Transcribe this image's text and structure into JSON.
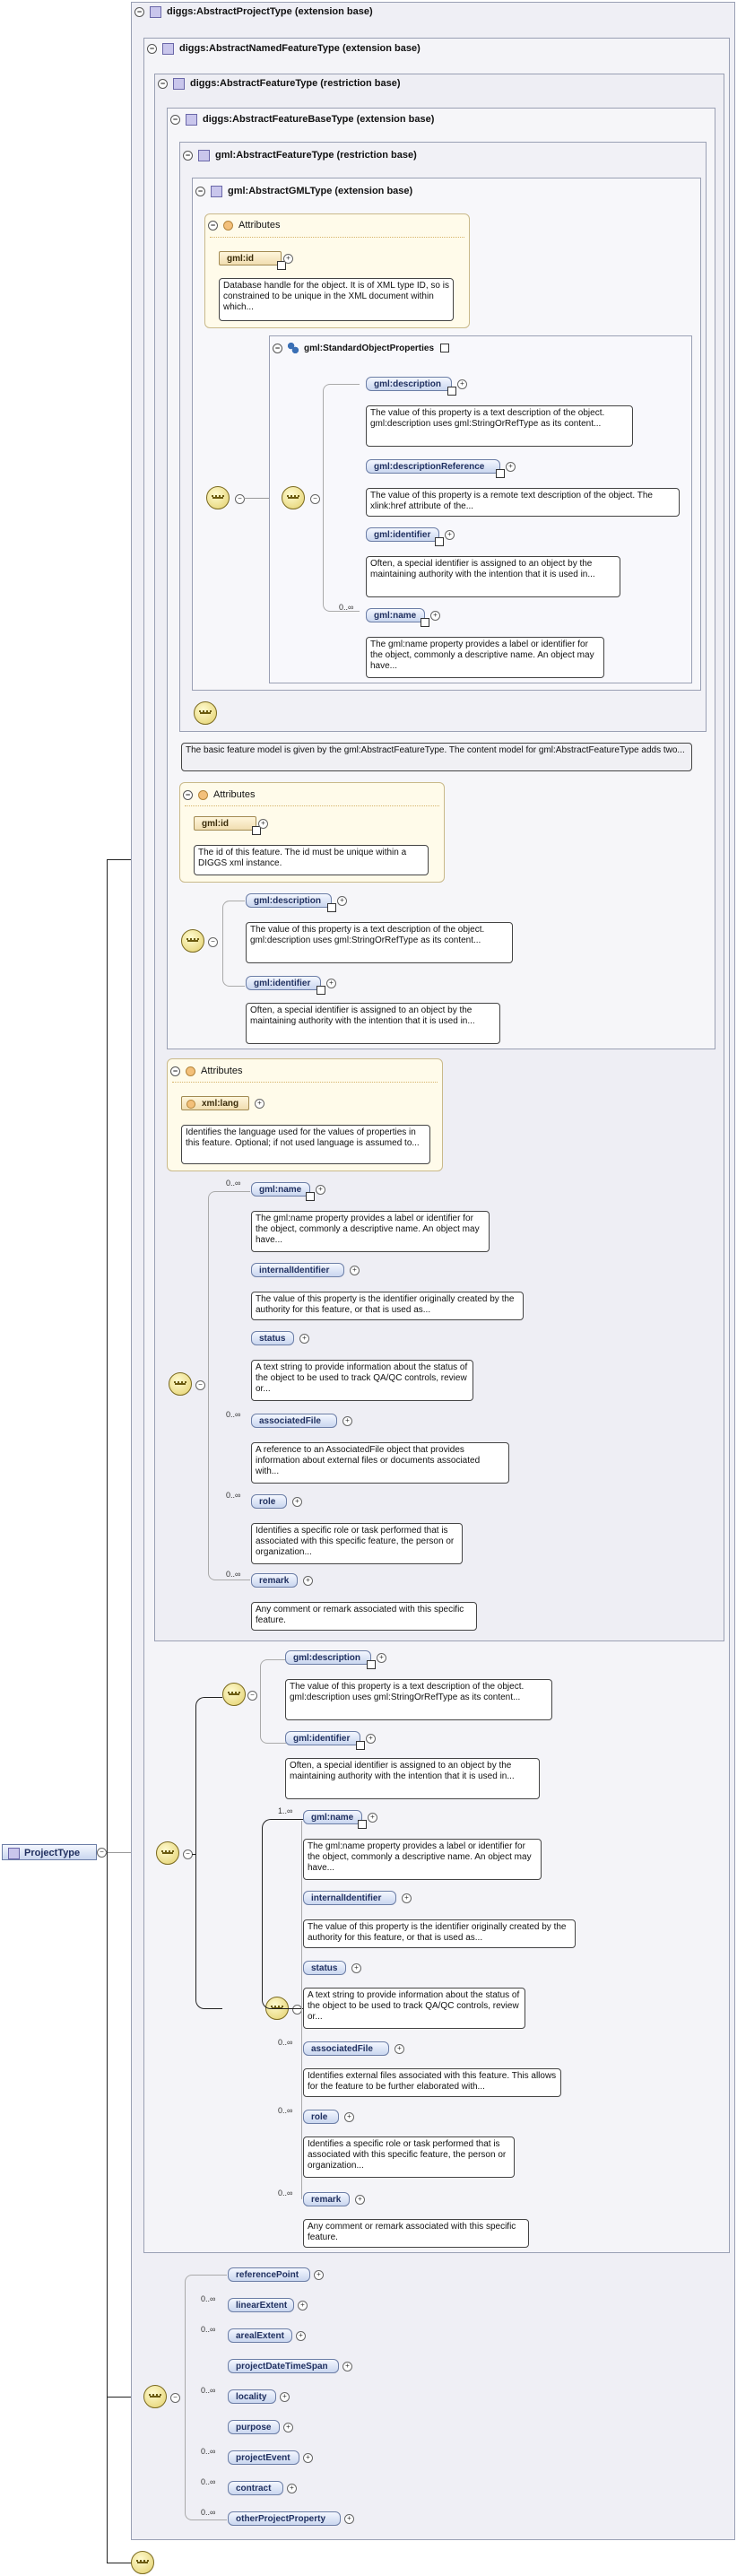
{
  "root": {
    "label": "ProjectType"
  },
  "boxes": {
    "project_ext": "diggs:AbstractProjectType (extension base)",
    "named_ext": "diggs:AbstractNamedFeatureType (extension base)",
    "feature_res": "diggs:AbstractFeatureType (restriction base)",
    "featbase_ext": "diggs:AbstractFeatureBaseType (extension base)",
    "gmlfeat_res": "gml:AbstractFeatureType (restriction base)",
    "gml_ext": "gml:AbstractGMLType (extension base)"
  },
  "common": {
    "attributes": "Attributes",
    "multiplicity_many": "0..∞",
    "multiplicity_one_many": "1..∞"
  },
  "gmltype": {
    "id_label": "gml:id",
    "id_desc": "Database handle for the object. It is of XML type ID, so is constrained to be unique in the XML document within which...",
    "sop_label": "gml:StandardObjectProperties",
    "items": [
      {
        "label": "gml:description",
        "desc": "The value of this property is a text description of the object. gml:description uses gml:StringOrRefType as its content..."
      },
      {
        "label": "gml:descriptionReference",
        "desc": "The value of this property is a remote text description of the object. The xlink:href attribute of the..."
      },
      {
        "label": "gml:identifier",
        "desc": "Often, a special identifier is assigned to an object by the maintaining authority with the intention that it is used in..."
      },
      {
        "label": "gml:name",
        "desc": "The gml:name property provides a label or identifier for the object, commonly a descriptive name. An object may have..."
      }
    ]
  },
  "basic_model_desc": "The basic feature model is given by the gml:AbstractFeatureType. The content model for gml:AbstractFeatureType adds two...",
  "restriction": {
    "id_label": "gml:id",
    "id_desc": "The id of this feature. The id must be unique within a DIGGS xml instance.",
    "items": [
      {
        "label": "gml:description",
        "desc": "The value of this property is a text description of the object. gml:description uses gml:StringOrRefType as its content..."
      },
      {
        "label": "gml:identifier",
        "desc": "Often, a special identifier is assigned to an object by the maintaining authority with the intention that it is used in..."
      }
    ]
  },
  "featurebase": {
    "lang_label": "xml:lang",
    "lang_desc": "Identifies the language used for the values of properties in this feature. Optional; if not used language is assumed to...",
    "items": [
      {
        "label": "gml:name",
        "desc": "The gml:name property provides a label or identifier for the object, commonly a descriptive name. An object may have..."
      },
      {
        "label": "internalIdentifier",
        "desc": "The value of this property is the identifier originally created by the authority for this feature, or that is used as..."
      },
      {
        "label": "status",
        "desc": "A text string to provide information about the status of the object to be used to track QA/QC controls, review or..."
      },
      {
        "label": "associatedFile",
        "desc": "A reference to an AssociatedFile object that provides information about external files or documents associated with..."
      },
      {
        "label": "role",
        "desc": "Identifies a specific role or task performed that is associated with this specific feature, the person or organization..."
      },
      {
        "label": "remark",
        "desc": "Any comment or remark associated with this specific feature."
      }
    ]
  },
  "named": {
    "top": [
      {
        "label": "gml:description",
        "desc": "The value of this property is a text description of the object. gml:description uses gml:StringOrRefType as its content..."
      },
      {
        "label": "gml:identifier",
        "desc": "Often, a special identifier is assigned to an object by the maintaining authority with the intention that it is used in..."
      }
    ],
    "items": [
      {
        "label": "gml:name",
        "desc": "The gml:name property provides a label or identifier for the object, commonly a descriptive name. An object may have..."
      },
      {
        "label": "internalIdentifier",
        "desc": "The value of this property is the identifier originally created by the authority for this feature, or that is used as..."
      },
      {
        "label": "status",
        "desc": "A text string to provide information about the status of the object to be used to track QA/QC controls, review or..."
      },
      {
        "label": "associatedFile",
        "desc": "Identifies external files associated with this feature. This allows for the feature to be further elaborated with..."
      },
      {
        "label": "role",
        "desc": "Identifies a specific role or task performed that is associated with this specific feature, the person or organization..."
      },
      {
        "label": "remark",
        "desc": "Any comment or remark associated with this specific feature."
      }
    ]
  },
  "project": {
    "items": [
      {
        "label": "referencePoint"
      },
      {
        "label": "linearExtent"
      },
      {
        "label": "arealExtent"
      },
      {
        "label": "projectDateTimeSpan"
      },
      {
        "label": "locality"
      },
      {
        "label": "purpose"
      },
      {
        "label": "projectEvent"
      },
      {
        "label": "contract"
      },
      {
        "label": "otherProjectProperty"
      }
    ]
  }
}
